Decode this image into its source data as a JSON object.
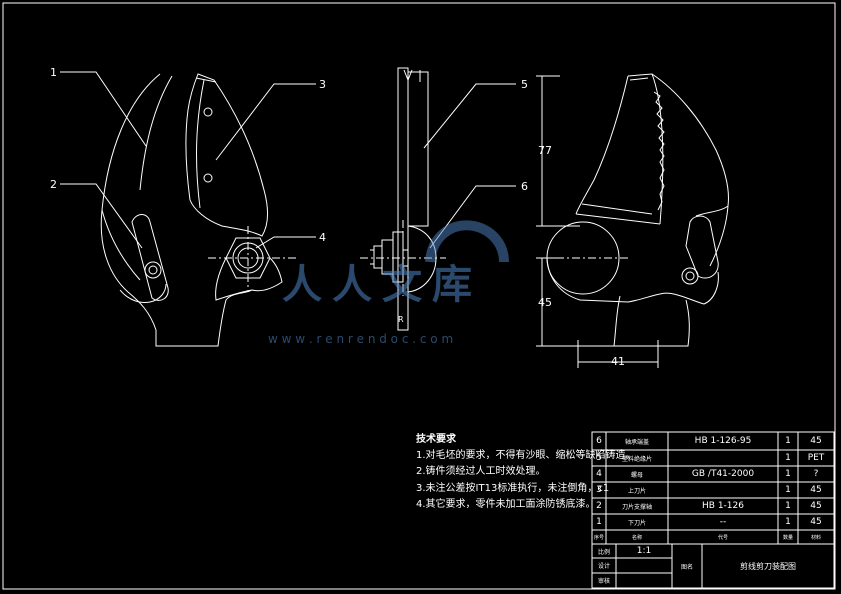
{
  "callouts": [
    "1",
    "2",
    "3",
    "4",
    "5",
    "6"
  ],
  "dimensions": {
    "d77": "77",
    "d45": "45",
    "d41": "41",
    "dR": "R"
  },
  "tech_requirements": {
    "title": "技术要求",
    "lines": [
      "1.对毛坯的要求，不得有沙眼、缩松等缺陷铸造。",
      "2.铸件须经过人工时效处理。",
      "3.未注公差按IT13标准执行，未注倒角，c1",
      "4.其它要求，零件未加工面涂防锈底漆。"
    ]
  },
  "parts_list": [
    {
      "no": "6",
      "name": "轴承端盖",
      "std": "HB 1-126-95",
      "qty": "1",
      "mat": "45"
    },
    {
      "no": "5",
      "name": "塑料绝缘片",
      "std": "",
      "qty": "1",
      "mat": "PET"
    },
    {
      "no": "4",
      "name": "螺母",
      "std": "GB /T41-2000",
      "qty": "1",
      "mat": "?"
    },
    {
      "no": "3",
      "name": "上刀片",
      "std": "",
      "qty": "1",
      "mat": "45"
    },
    {
      "no": "2",
      "name": "刀片支撑轴",
      "std": "HB 1-126",
      "qty": "1",
      "mat": "45"
    },
    {
      "no": "1",
      "name": "下刀片",
      "std": "--",
      "qty": "1",
      "mat": "45"
    }
  ],
  "parts_header": {
    "no": "序号",
    "name": "名称",
    "std": "代号",
    "qty": "数量",
    "mat": "材料"
  },
  "title_block": {
    "scale_label": "比例",
    "scale_value": "1:1",
    "drawn_label": "设计",
    "check_label": "审核",
    "drawing_label": "图名",
    "drawing_title": "剪线剪刀装配图"
  },
  "watermark": {
    "main": "人人文库",
    "url": "w w w . r e n r e n d o c . c o m"
  }
}
